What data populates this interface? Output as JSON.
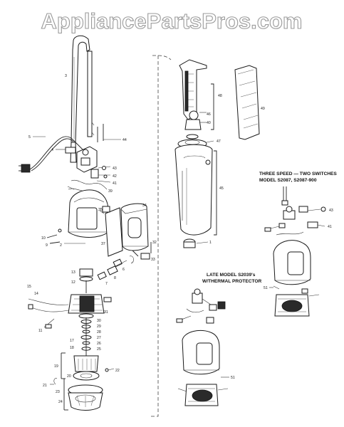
{
  "watermark": "AppliancePartsPros.com",
  "captions": {
    "three_speed_line1": "THREE SPEED — TWO SWITCHES",
    "three_speed_line2": "MODEL S2087, S2087-900",
    "late_model_line1": "LATE MODEL S2039's",
    "late_model_line2": "W/THERMAL PROTECTOR"
  },
  "part_numbers": {
    "p3": "3",
    "p5": "5",
    "p44": "44",
    "p4": "4",
    "p43": "43",
    "p42": "42",
    "p41": "41",
    "p39": "39",
    "p35": "35",
    "p10": "10",
    "p9": "9",
    "p37": "37",
    "p2": "2",
    "p34": "34",
    "p32": "32",
    "p33": "33",
    "p13": "13",
    "p12": "12",
    "p15": "15",
    "p14": "14",
    "p8": "8",
    "p7": "7",
    "p6": "6",
    "p11": "11",
    "p31": "31",
    "p30": "30",
    "p29": "29",
    "p28": "28",
    "p27": "27",
    "p26": "26",
    "p25": "25",
    "p17": "17",
    "p18": "18",
    "p19": "19",
    "p20": "20",
    "p22": "22",
    "p21": "21",
    "p23": "23",
    "p24": "24",
    "p48": "48",
    "p46": "46",
    "p47": "47",
    "p45": "45",
    "p1": "1",
    "p40": "40",
    "p49": "49",
    "r43": "43",
    "r41": "41",
    "r51": "51",
    "m51": "51"
  }
}
